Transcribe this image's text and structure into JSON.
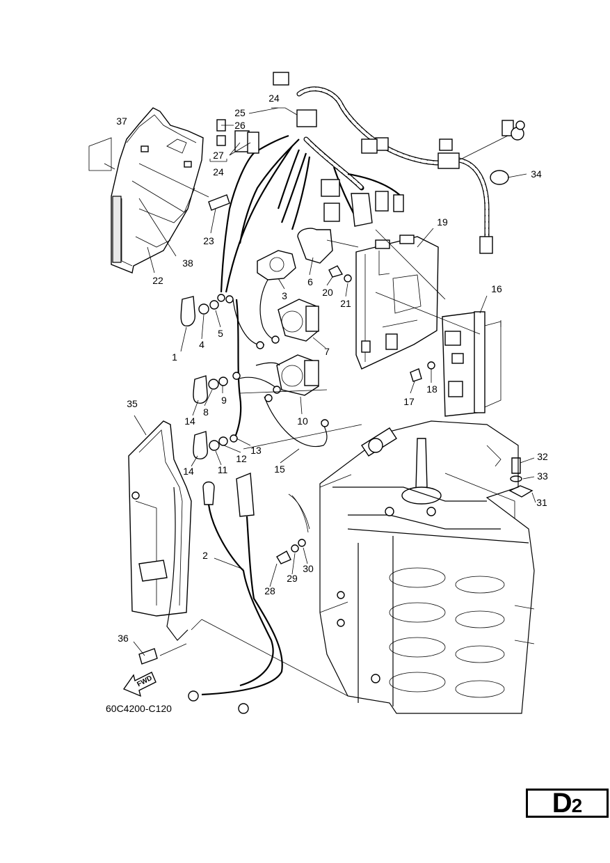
{
  "diagram": {
    "reference_code": "60C4200-C120",
    "fwd_label": "FWD",
    "callouts": [
      {
        "label": "1"
      },
      {
        "label": "2"
      },
      {
        "label": "3"
      },
      {
        "label": "4"
      },
      {
        "label": "5"
      },
      {
        "label": "6"
      },
      {
        "label": "7"
      },
      {
        "label": "8"
      },
      {
        "label": "9"
      },
      {
        "label": "10"
      },
      {
        "label": "11"
      },
      {
        "label": "12"
      },
      {
        "label": "13"
      },
      {
        "label": "14"
      },
      {
        "label": "14"
      },
      {
        "label": "15"
      },
      {
        "label": "16"
      },
      {
        "label": "17"
      },
      {
        "label": "18"
      },
      {
        "label": "19"
      },
      {
        "label": "20"
      },
      {
        "label": "21"
      },
      {
        "label": "22"
      },
      {
        "label": "23"
      },
      {
        "label": "24"
      },
      {
        "label": "24"
      },
      {
        "label": "25"
      },
      {
        "label": "26"
      },
      {
        "label": "27"
      },
      {
        "label": "28"
      },
      {
        "label": "29"
      },
      {
        "label": "30"
      },
      {
        "label": "31"
      },
      {
        "label": "32"
      },
      {
        "label": "33"
      },
      {
        "label": "34"
      },
      {
        "label": "35"
      },
      {
        "label": "36"
      },
      {
        "label": "37"
      },
      {
        "label": "38"
      }
    ]
  },
  "page_id": {
    "letter": "D",
    "number": "2"
  }
}
